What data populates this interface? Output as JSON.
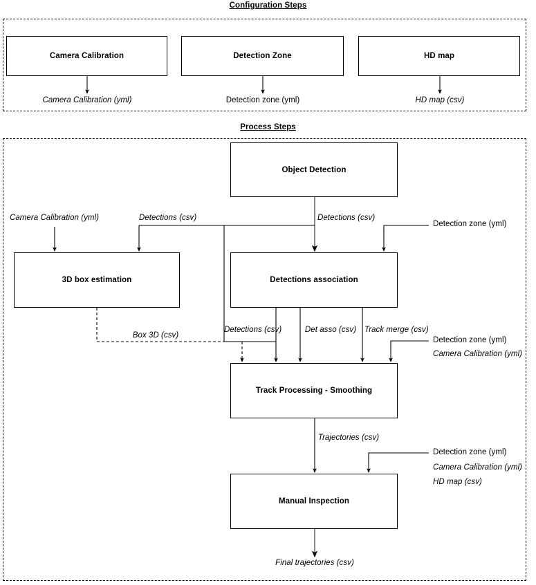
{
  "diagram": {
    "title_config": "Configuration Steps",
    "title_process": "Process Steps"
  },
  "configuration_steps": {
    "group_label": "Configuration Steps",
    "boxes": [
      {
        "label": "Camera Calibration",
        "output": "Camera Calibration (yml)",
        "output_italic": true
      },
      {
        "label": "Detection Zone",
        "output": "Detection zone (yml)",
        "output_italic": false
      },
      {
        "label": "HD map",
        "output": "HD map (csv)",
        "output_italic": true
      }
    ]
  },
  "process_steps": {
    "group_label": "Process Steps",
    "boxes": [
      {
        "label": "Object Detection"
      },
      {
        "label": "3D box estimation"
      },
      {
        "label": "Detections association"
      },
      {
        "label": "Track Processing - Smoothing"
      },
      {
        "label": "Manual Inspection"
      }
    ],
    "edge_labels": {
      "cam_calib_to_3dbox": "Camera Calibration (yml)",
      "detections_bus_left": "Detections (csv)",
      "detections_to_assoc": "Detections (csv)",
      "detection_zone_to_assoc": "Detection zone (yml)",
      "box3d_to_track": "Box 3D (csv)",
      "detections_to_track": "Detections (csv)",
      "det_asso_to_track": "Det asso (csv)",
      "track_merge_to_track": "Track merge (csv)",
      "track_cfg_zone": "Detection zone (yml)",
      "track_cfg_calib": "Camera Calibration (yml)",
      "trajectories_to_manual": "Trajectories (csv)",
      "manual_cfg_zone": "Detection zone (yml)",
      "manual_cfg_calib": "Camera Calibration (yml)",
      "manual_cfg_hdmap": "HD map (csv)",
      "final_output": "Final trajectories (csv)"
    }
  },
  "style": {
    "line_color": "#000000",
    "box_fill": "#ffffff",
    "box_stroke": "#000000"
  }
}
